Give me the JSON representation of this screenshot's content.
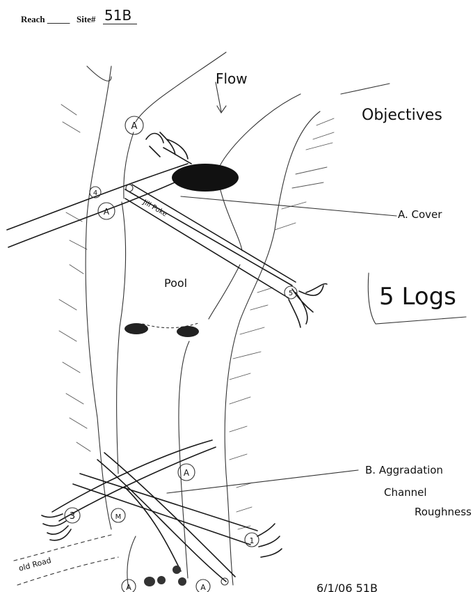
{
  "header": {
    "reach_label": "Reach",
    "reach_value": "_____",
    "site_label": "Site#",
    "site_value": "51B"
  },
  "annotations": {
    "flow": "Flow",
    "objectives": "Objectives",
    "cover": "A. Cover",
    "logs": "5 Logs",
    "pool": "Pool",
    "jill_poke": "Jill Poke",
    "aggradation_1": "B. Aggradation",
    "aggradation_2": "Channel",
    "aggradation_3": "Roughness",
    "old_road": "old Road",
    "bottom_right": "6/1/06  51B"
  },
  "markers": {
    "a_top": "A",
    "four": "4",
    "a_mid": "A",
    "five": "5",
    "a_low": "A",
    "three": "3",
    "m": "M",
    "one": "1",
    "a_bot_1": "A",
    "a_bot_2": "A"
  }
}
